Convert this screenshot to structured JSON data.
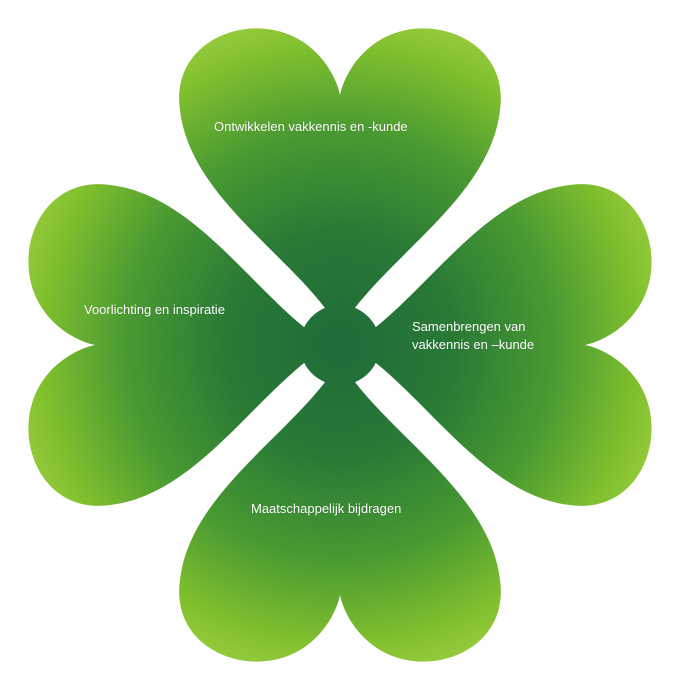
{
  "colors": {
    "leaf_outer": "#8cc63f",
    "leaf_mid": "#4a9a32",
    "leaf_center": "#1f6b3a",
    "text": "#ffffff",
    "background": "#ffffff"
  },
  "leaves": {
    "top": "Ontwikkelen vakkennis en -kunde",
    "left": "Voorlichting en inspiratie",
    "right_line1": "Samenbrengen van",
    "right_line2": "vakkennis en –kunde",
    "bottom": "Maatschappelijk bijdragen"
  }
}
